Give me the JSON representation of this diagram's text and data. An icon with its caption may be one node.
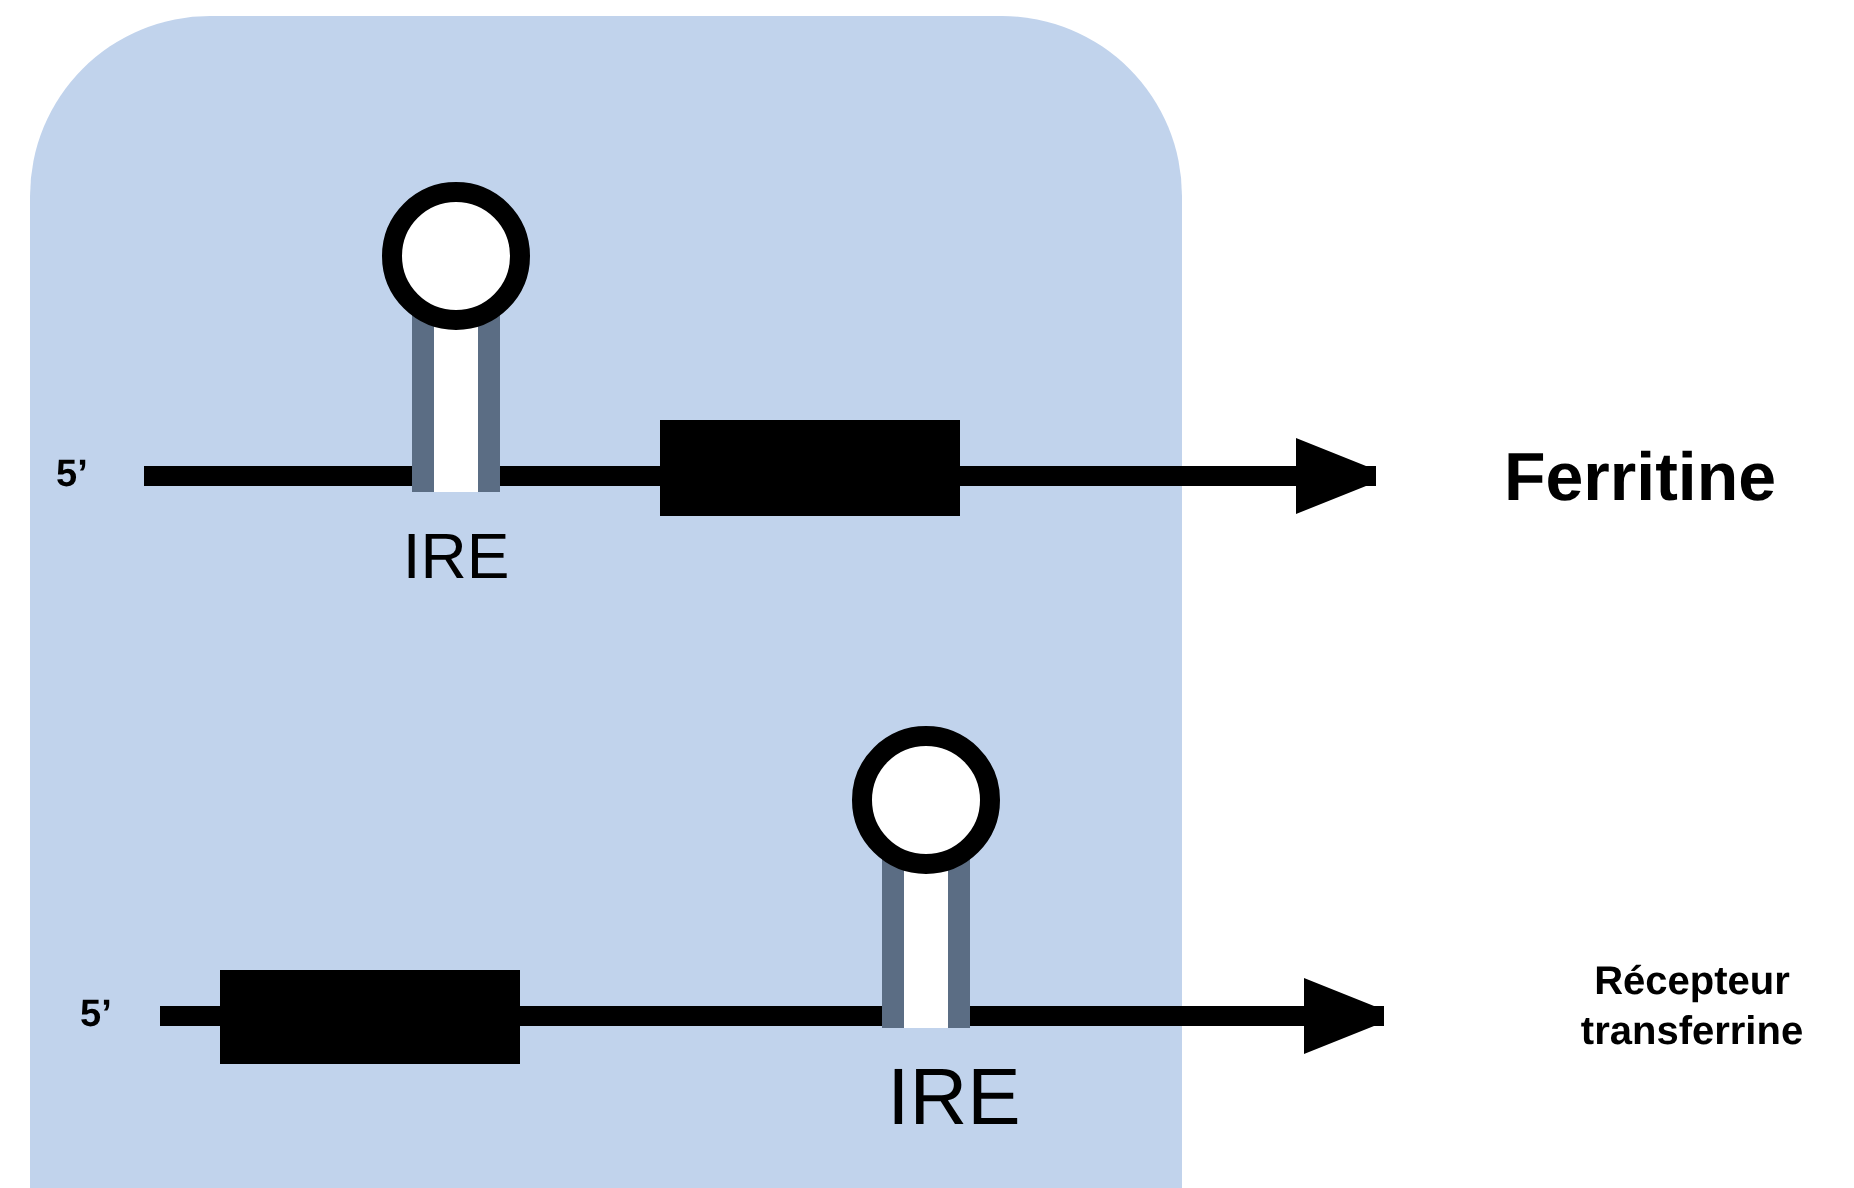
{
  "diagram": {
    "nodes": [
      {
        "text": [
          "5’"
        ]
      },
      {
        "text": [
          "Ferritine"
        ]
      },
      {
        "text": [
          "5’"
        ]
      },
      {
        "text": [
          "Récepteur transferrine"
        ]
      }
    ],
    "edges": [
      {
        "from": 0,
        "to": 1,
        "arrow": "to"
      },
      {
        "from": 2,
        "to": 3,
        "arrow": "to"
      }
    ],
    "labels": [
      "IRE",
      "IRE"
    ]
  }
}
